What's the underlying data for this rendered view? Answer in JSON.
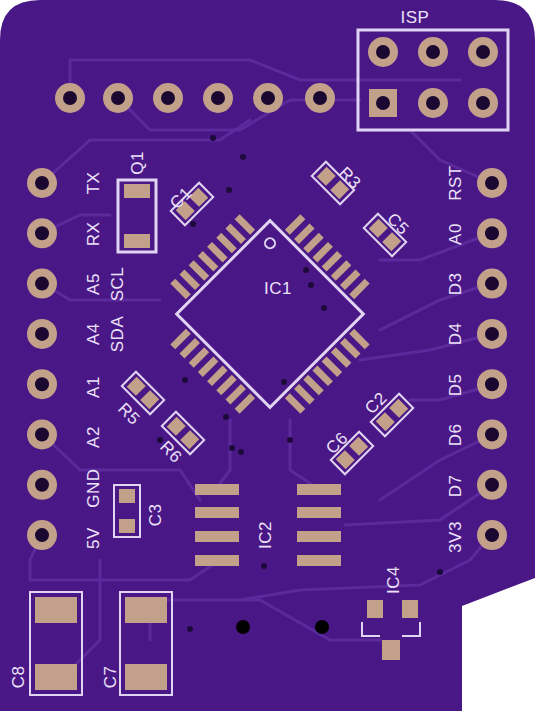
{
  "diagram": {
    "labels": [
      "ISP",
      "Q1",
      "C1",
      "R3",
      "C5",
      "IC1",
      "R5",
      "R6",
      "C2",
      "C6",
      "IC2",
      "C3",
      "IC4",
      "C8",
      "C7",
      "TX",
      "RX",
      "A5",
      "SCL",
      "A4",
      "SDA",
      "A1",
      "A2",
      "GND",
      "5V",
      "RST",
      "A0",
      "D3",
      "D4",
      "D5",
      "D6",
      "D7",
      "3V3"
    ]
  }
}
